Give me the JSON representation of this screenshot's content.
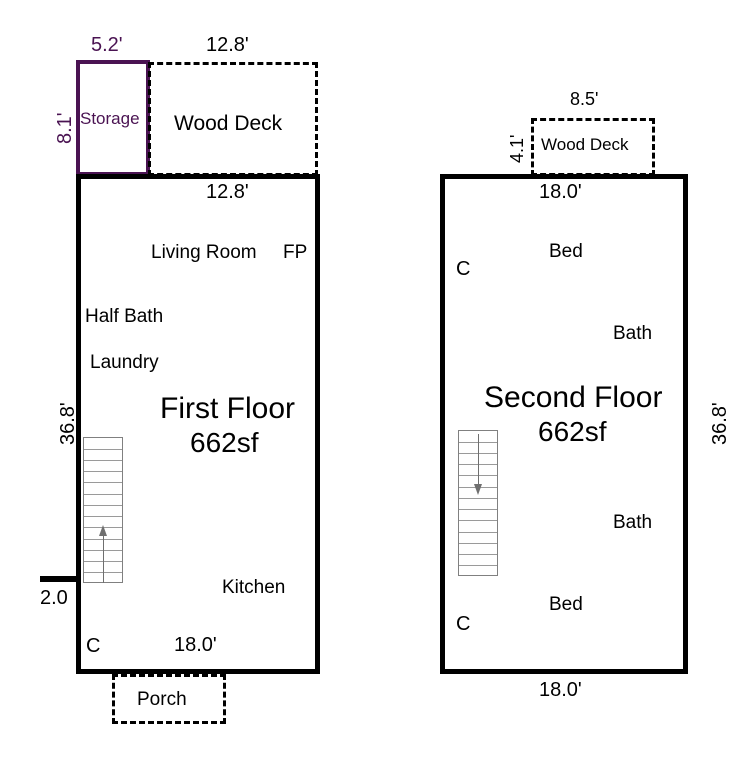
{
  "document": {
    "type": "residential-floor-plan",
    "units": "feet"
  },
  "first_floor": {
    "title": "First Floor",
    "area": "662sf",
    "dimensions": {
      "storage_width": "5.2'",
      "storage_height": "8.1'",
      "deck_width_top": "12.8'",
      "deck_width_bottom": "12.8'",
      "left_height": "36.8'",
      "wall_stub": "2.0",
      "bottom_width": "18.0'"
    },
    "rooms": [
      {
        "label": "Storage"
      },
      {
        "label": "Wood Deck"
      },
      {
        "label": "Living Room"
      },
      {
        "label": "FP"
      },
      {
        "label": "Half Bath"
      },
      {
        "label": "Laundry"
      },
      {
        "label": "Kitchen"
      },
      {
        "label": "Porch"
      }
    ],
    "closets": [
      {
        "label": "C"
      }
    ],
    "stairs": {
      "direction": "up",
      "treads": 13
    }
  },
  "second_floor": {
    "title": "Second Floor",
    "area": "662sf",
    "dimensions": {
      "deck_width": "8.5'",
      "deck_height": "4.1'",
      "top_width": "18.0'",
      "right_height": "36.8'",
      "bottom_width": "18.0'"
    },
    "rooms": [
      {
        "label": "Wood Deck"
      },
      {
        "label": "Bed"
      },
      {
        "label": "Bath"
      },
      {
        "label": "Bath"
      },
      {
        "label": "Bed"
      }
    ],
    "closets": [
      {
        "label": "C"
      },
      {
        "label": "C"
      }
    ],
    "stairs": {
      "direction": "down",
      "treads": 13
    }
  },
  "colors": {
    "wall": "#000000",
    "storage_accent": "#4a1352",
    "stair_line": "#9a9a9a",
    "background": "#ffffff"
  }
}
